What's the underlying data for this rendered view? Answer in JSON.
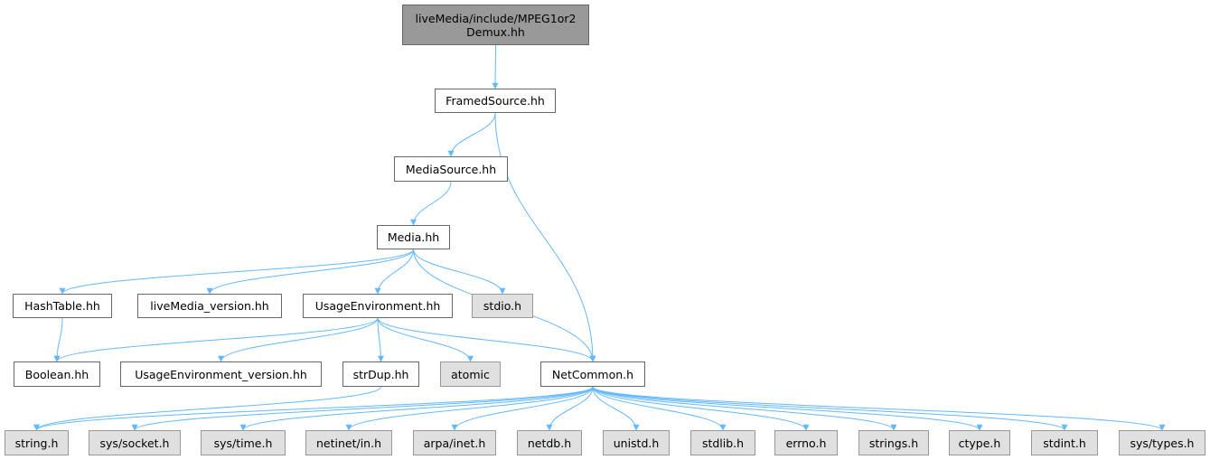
{
  "nodes": {
    "root": "liveMedia/include/MPEG1or2\nDemux.hh",
    "framedsource": "FramedSource.hh",
    "mediasource": "MediaSource.hh",
    "media": "Media.hh",
    "hashtable": "HashTable.hh",
    "livemedia_version": "liveMedia_version.hh",
    "usageenvironment": "UsageEnvironment.hh",
    "stdio": "stdio.h",
    "boolean": "Boolean.hh",
    "usageenvironment_version": "UsageEnvironment_version.hh",
    "strdup": "strDup.hh",
    "atomic": "atomic",
    "netcommon": "NetCommon.h",
    "string": "string.h",
    "sys_socket": "sys/socket.h",
    "sys_time": "sys/time.h",
    "netinet_in": "netinet/in.h",
    "arpa_inet": "arpa/inet.h",
    "netdb": "netdb.h",
    "unistd": "unistd.h",
    "stdlib": "stdlib.h",
    "errno": "errno.h",
    "strings": "strings.h",
    "ctype": "ctype.h",
    "stdint": "stdint.h",
    "sys_types": "sys/types.h"
  },
  "colors": {
    "edge": "#63b8ff",
    "root_fill": "#999999",
    "system_fill": "#e0e0e0",
    "node_border": "#666666"
  },
  "edges": [
    [
      "root",
      "framedsource"
    ],
    [
      "framedsource",
      "mediasource"
    ],
    [
      "framedsource",
      "netcommon"
    ],
    [
      "mediasource",
      "media"
    ],
    [
      "media",
      "hashtable"
    ],
    [
      "media",
      "livemedia_version"
    ],
    [
      "media",
      "usageenvironment"
    ],
    [
      "media",
      "stdio"
    ],
    [
      "media",
      "netcommon"
    ],
    [
      "hashtable",
      "boolean"
    ],
    [
      "usageenvironment",
      "boolean"
    ],
    [
      "usageenvironment",
      "usageenvironment_version"
    ],
    [
      "usageenvironment",
      "strdup"
    ],
    [
      "usageenvironment",
      "atomic"
    ],
    [
      "usageenvironment",
      "netcommon"
    ],
    [
      "strdup",
      "string"
    ],
    [
      "netcommon",
      "string"
    ],
    [
      "netcommon",
      "sys_socket"
    ],
    [
      "netcommon",
      "sys_time"
    ],
    [
      "netcommon",
      "netinet_in"
    ],
    [
      "netcommon",
      "arpa_inet"
    ],
    [
      "netcommon",
      "netdb"
    ],
    [
      "netcommon",
      "unistd"
    ],
    [
      "netcommon",
      "stdlib"
    ],
    [
      "netcommon",
      "errno"
    ],
    [
      "netcommon",
      "strings"
    ],
    [
      "netcommon",
      "ctype"
    ],
    [
      "netcommon",
      "stdint"
    ],
    [
      "netcommon",
      "sys_types"
    ]
  ]
}
